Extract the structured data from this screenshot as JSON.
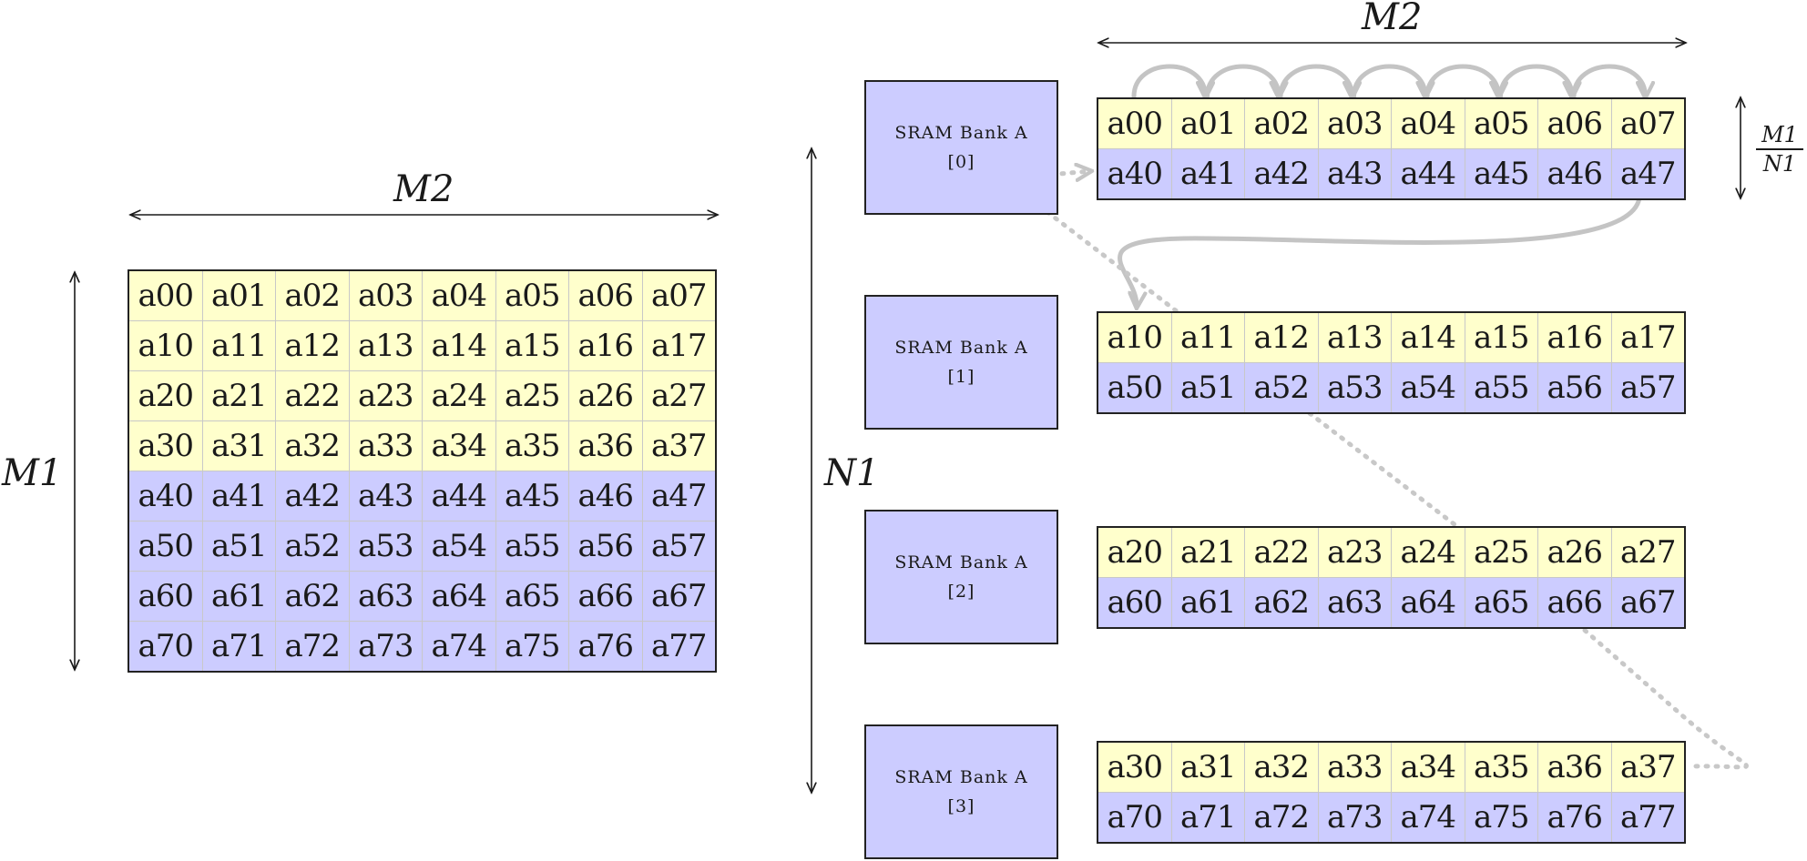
{
  "colors": {
    "yellow": "#ffffcc",
    "blue": "#ccccff",
    "arrow_gray": "#c4c4c4",
    "border": "#222222"
  },
  "labels": {
    "matrix_width": "M2",
    "matrix_height": "M1",
    "banks_height": "N1",
    "bank_width": "M2",
    "bank_rows_numerator": "M1",
    "bank_rows_denominator": "N1"
  },
  "matrix": {
    "rows": [
      [
        "a00",
        "a01",
        "a02",
        "a03",
        "a04",
        "a05",
        "a06",
        "a07"
      ],
      [
        "a10",
        "a11",
        "a12",
        "a13",
        "a14",
        "a15",
        "a16",
        "a17"
      ],
      [
        "a20",
        "a21",
        "a22",
        "a23",
        "a24",
        "a25",
        "a26",
        "a27"
      ],
      [
        "a30",
        "a31",
        "a32",
        "a33",
        "a34",
        "a35",
        "a36",
        "a37"
      ],
      [
        "a40",
        "a41",
        "a42",
        "a43",
        "a44",
        "a45",
        "a46",
        "a47"
      ],
      [
        "a50",
        "a51",
        "a52",
        "a53",
        "a54",
        "a55",
        "a56",
        "a57"
      ],
      [
        "a60",
        "a61",
        "a62",
        "a63",
        "a64",
        "a65",
        "a66",
        "a67"
      ],
      [
        "a70",
        "a71",
        "a72",
        "a73",
        "a74",
        "a75",
        "a76",
        "a77"
      ]
    ],
    "row_colors": [
      "yellow",
      "yellow",
      "yellow",
      "yellow",
      "blue",
      "blue",
      "blue",
      "blue"
    ]
  },
  "banks": [
    {
      "name": "SRAM Bank A",
      "index": "[0]",
      "rows": [
        [
          "a00",
          "a01",
          "a02",
          "a03",
          "a04",
          "a05",
          "a06",
          "a07"
        ],
        [
          "a40",
          "a41",
          "a42",
          "a43",
          "a44",
          "a45",
          "a46",
          "a47"
        ]
      ]
    },
    {
      "name": "SRAM Bank A",
      "index": "[1]",
      "rows": [
        [
          "a10",
          "a11",
          "a12",
          "a13",
          "a14",
          "a15",
          "a16",
          "a17"
        ],
        [
          "a50",
          "a51",
          "a52",
          "a53",
          "a54",
          "a55",
          "a56",
          "a57"
        ]
      ]
    },
    {
      "name": "SRAM Bank A",
      "index": "[2]",
      "rows": [
        [
          "a20",
          "a21",
          "a22",
          "a23",
          "a24",
          "a25",
          "a26",
          "a27"
        ],
        [
          "a60",
          "a61",
          "a62",
          "a63",
          "a64",
          "a65",
          "a66",
          "a67"
        ]
      ]
    },
    {
      "name": "SRAM Bank A",
      "index": "[3]",
      "rows": [
        [
          "a30",
          "a31",
          "a32",
          "a33",
          "a34",
          "a35",
          "a36",
          "a37"
        ],
        [
          "a70",
          "a71",
          "a72",
          "a73",
          "a74",
          "a75",
          "a76",
          "a77"
        ]
      ]
    }
  ],
  "bank_row_colors": [
    "yellow",
    "blue"
  ]
}
